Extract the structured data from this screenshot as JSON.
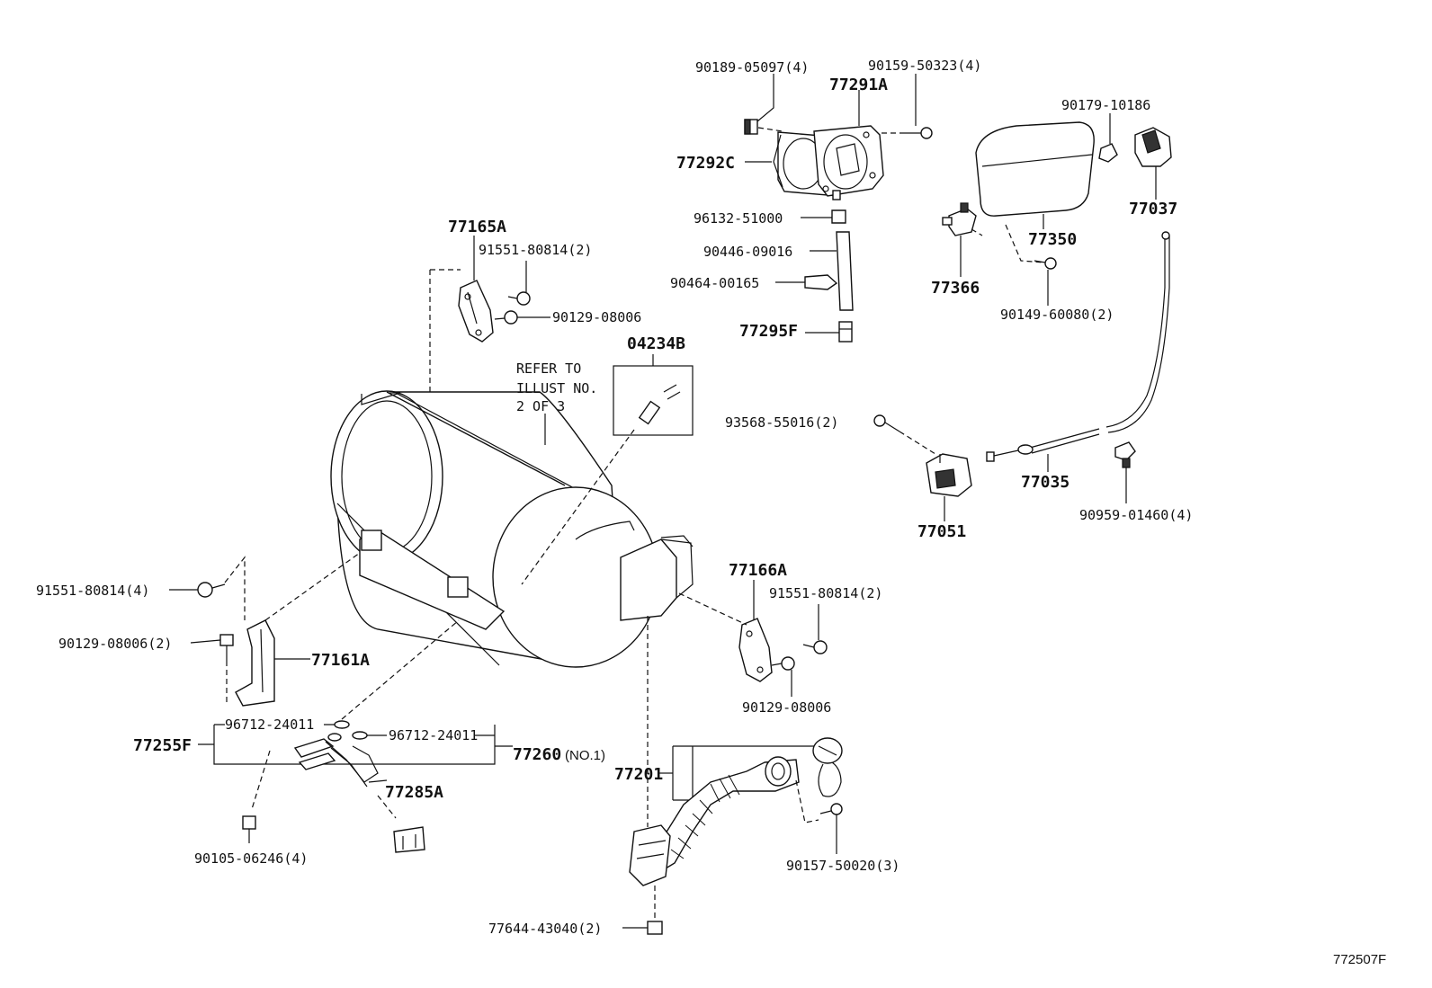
{
  "labels": {
    "l_90189": "90189-05097(4)",
    "l_90159": "90159-50323(4)",
    "l_77291A": "77291A",
    "l_77292C": "77292C",
    "l_96132": "96132-51000",
    "l_90446": "90446-09016",
    "l_90464": "90464-00165",
    "l_77295F": "77295F",
    "l_90179": "90179-10186",
    "l_77037": "77037",
    "l_77350": "77350",
    "l_77366": "77366",
    "l_90149": "90149-60080(2)",
    "l_77165A": "77165A",
    "l_91551_a": "91551-80814(2)",
    "l_90129_a": "90129-08006",
    "l_04234B": "04234B",
    "l_93568": "93568-55016(2)",
    "l_77035": "77035",
    "l_77051": "77051",
    "l_90959": "90959-01460(4)",
    "l_91551_b": "91551-80814(4)",
    "l_90129_b": "90129-08006(2)",
    "l_77161A": "77161A",
    "l_77166A": "77166A",
    "l_91551_c": "91551-80814(2)",
    "l_90129_c": "90129-08006",
    "l_96712_a": "96712-24011",
    "l_96712_b": "96712-24011",
    "l_77255F": "77255F",
    "l_77260": "77260",
    "l_no1": "(NO.1)",
    "l_77201": "77201",
    "l_77285A": "77285A",
    "l_90105": "90105-06246(4)",
    "l_90157": "90157-50020(3)",
    "l_77644": "77644-43040(2)",
    "ref_1": "REFER TO",
    "ref_2": "ILLUST NO.",
    "ref_3": "2 OF 3",
    "code": "772507F"
  }
}
